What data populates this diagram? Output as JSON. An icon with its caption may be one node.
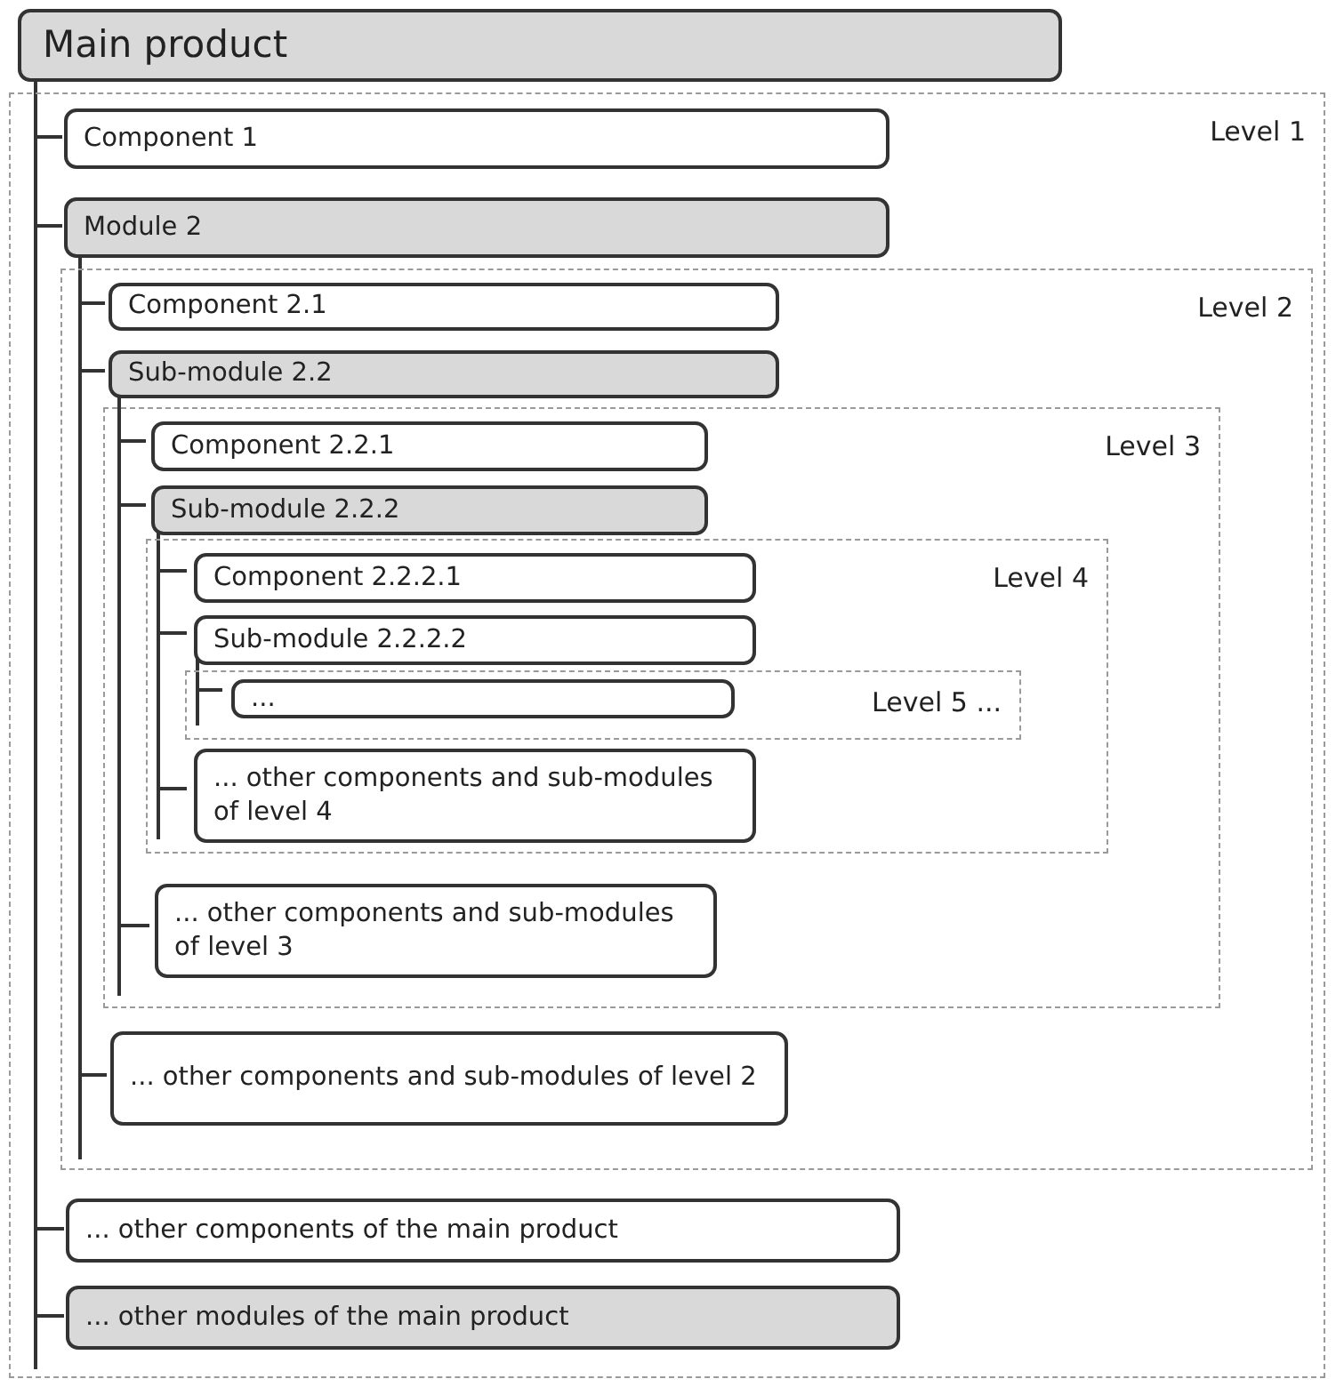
{
  "diagram": {
    "nodes": [
      {
        "text": [
          "Main product"
        ]
      },
      {
        "text": [
          "Level 1"
        ]
      },
      {
        "text": [
          "Component 1"
        ],
        "in": 1
      },
      {
        "text": [
          "Module 2"
        ],
        "in": 1
      },
      {
        "text": [
          "Level 2"
        ],
        "in": 1
      },
      {
        "text": [
          "Component 2.1"
        ],
        "in": 4
      },
      {
        "text": [
          "Sub-module 2.2"
        ],
        "in": 4
      },
      {
        "text": [
          "Level 3"
        ],
        "in": 4
      },
      {
        "text": [
          "Component 2.2.1"
        ],
        "in": 7
      },
      {
        "text": [
          "Sub-module 2.2.2"
        ],
        "in": 7
      },
      {
        "text": [
          "Level 4"
        ],
        "in": 7
      },
      {
        "text": [
          "Component 2.2.2.1"
        ],
        "in": 10
      },
      {
        "text": [
          "Sub-module 2.2.2.2"
        ],
        "in": 10
      },
      {
        "text": [
          "Level 5 ..."
        ],
        "in": 10
      },
      {
        "text": [
          "..."
        ],
        "in": 13
      },
      {
        "text": [
          "... other components and sub-modules of level 4"
        ],
        "in": 10
      },
      {
        "text": [
          "... other components and sub-modules of level 3"
        ],
        "in": 7
      },
      {
        "text": [
          "... other components and sub-modules of level 2"
        ],
        "in": 4
      },
      {
        "text": [
          "... other components of the main product"
        ],
        "in": 1
      },
      {
        "text": [
          "... other modules of the main product"
        ],
        "in": 1
      }
    ],
    "edges": [
      {
        "from": 0,
        "to": 2,
        "arrow": "none"
      },
      {
        "from": 0,
        "to": 3,
        "arrow": "none"
      },
      {
        "from": 0,
        "to": 18,
        "arrow": "none"
      },
      {
        "from": 0,
        "to": 19,
        "arrow": "none"
      },
      {
        "from": 3,
        "to": 5,
        "arrow": "none"
      },
      {
        "from": 3,
        "to": 6,
        "arrow": "none"
      },
      {
        "from": 3,
        "to": 17,
        "arrow": "none"
      },
      {
        "from": 6,
        "to": 8,
        "arrow": "none"
      },
      {
        "from": 6,
        "to": 9,
        "arrow": "none"
      },
      {
        "from": 6,
        "to": 16,
        "arrow": "none"
      },
      {
        "from": 9,
        "to": 11,
        "arrow": "none"
      },
      {
        "from": 9,
        "to": 12,
        "arrow": "none"
      },
      {
        "from": 9,
        "to": 15,
        "arrow": "none"
      },
      {
        "from": 12,
        "to": 14,
        "arrow": "none"
      }
    ]
  }
}
